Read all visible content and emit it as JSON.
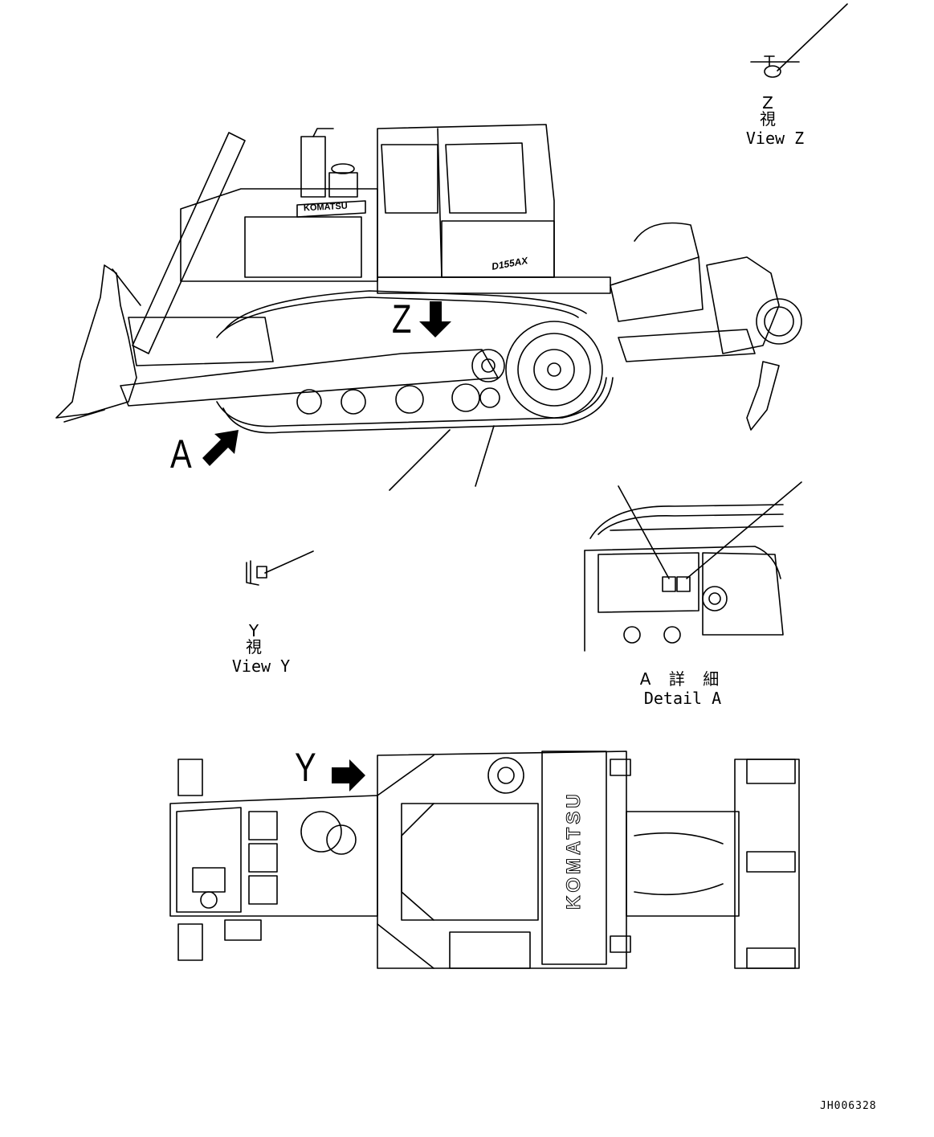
{
  "callouts": {
    "view_z": {
      "jp": "Z 視",
      "en": "View Z"
    },
    "view_y": {
      "jp": "Y 視",
      "en": "View Y"
    },
    "detail_a": {
      "jp": "A 詳 細",
      "en": "Detail A"
    }
  },
  "arrow_letters": {
    "a": "A",
    "z": "Z",
    "y": "Y"
  },
  "machine": {
    "brand": "KOMATSU",
    "model": "D155AX"
  },
  "drawing_number": "JH006328"
}
